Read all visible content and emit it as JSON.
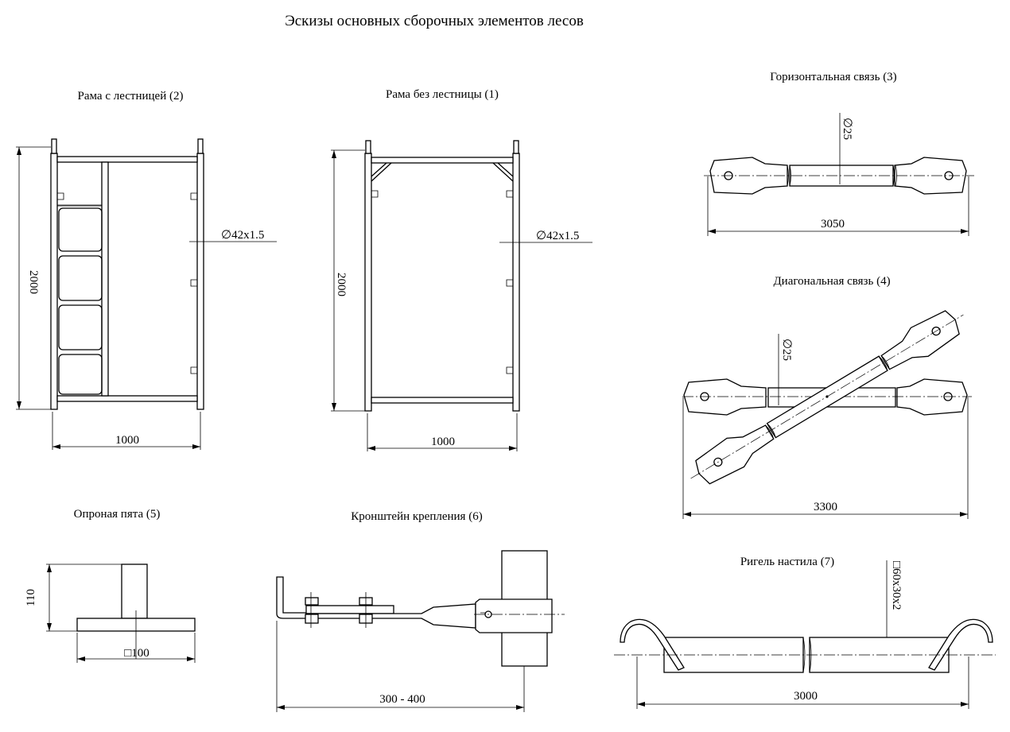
{
  "title": "Эскизы основных сборочных элементов лесов",
  "elements": {
    "frame_ladder": {
      "caption": "Рама с лестницей (2)",
      "height": "2000",
      "width": "1000",
      "tube": "∅42x1.5"
    },
    "frame_plain": {
      "caption": "Рама без лестницы (1)",
      "height": "2000",
      "width": "1000",
      "tube": "∅42x1.5"
    },
    "horizontal_brace": {
      "caption": "Горизонтальная связь (3)",
      "diameter": "∅25",
      "length": "3050"
    },
    "diagonal_brace": {
      "caption": "Диагональная связь (4)",
      "diameter": "∅25",
      "length": "3300"
    },
    "base_plate": {
      "caption": "Опроная пята (5)",
      "height": "110",
      "size": "□100"
    },
    "bracket": {
      "caption": "Кронштейн крепления (6)",
      "length": "300 - 400"
    },
    "deck_beam": {
      "caption": "Ригель настила (7)",
      "section": "□60x30x2",
      "length": "3000"
    }
  }
}
